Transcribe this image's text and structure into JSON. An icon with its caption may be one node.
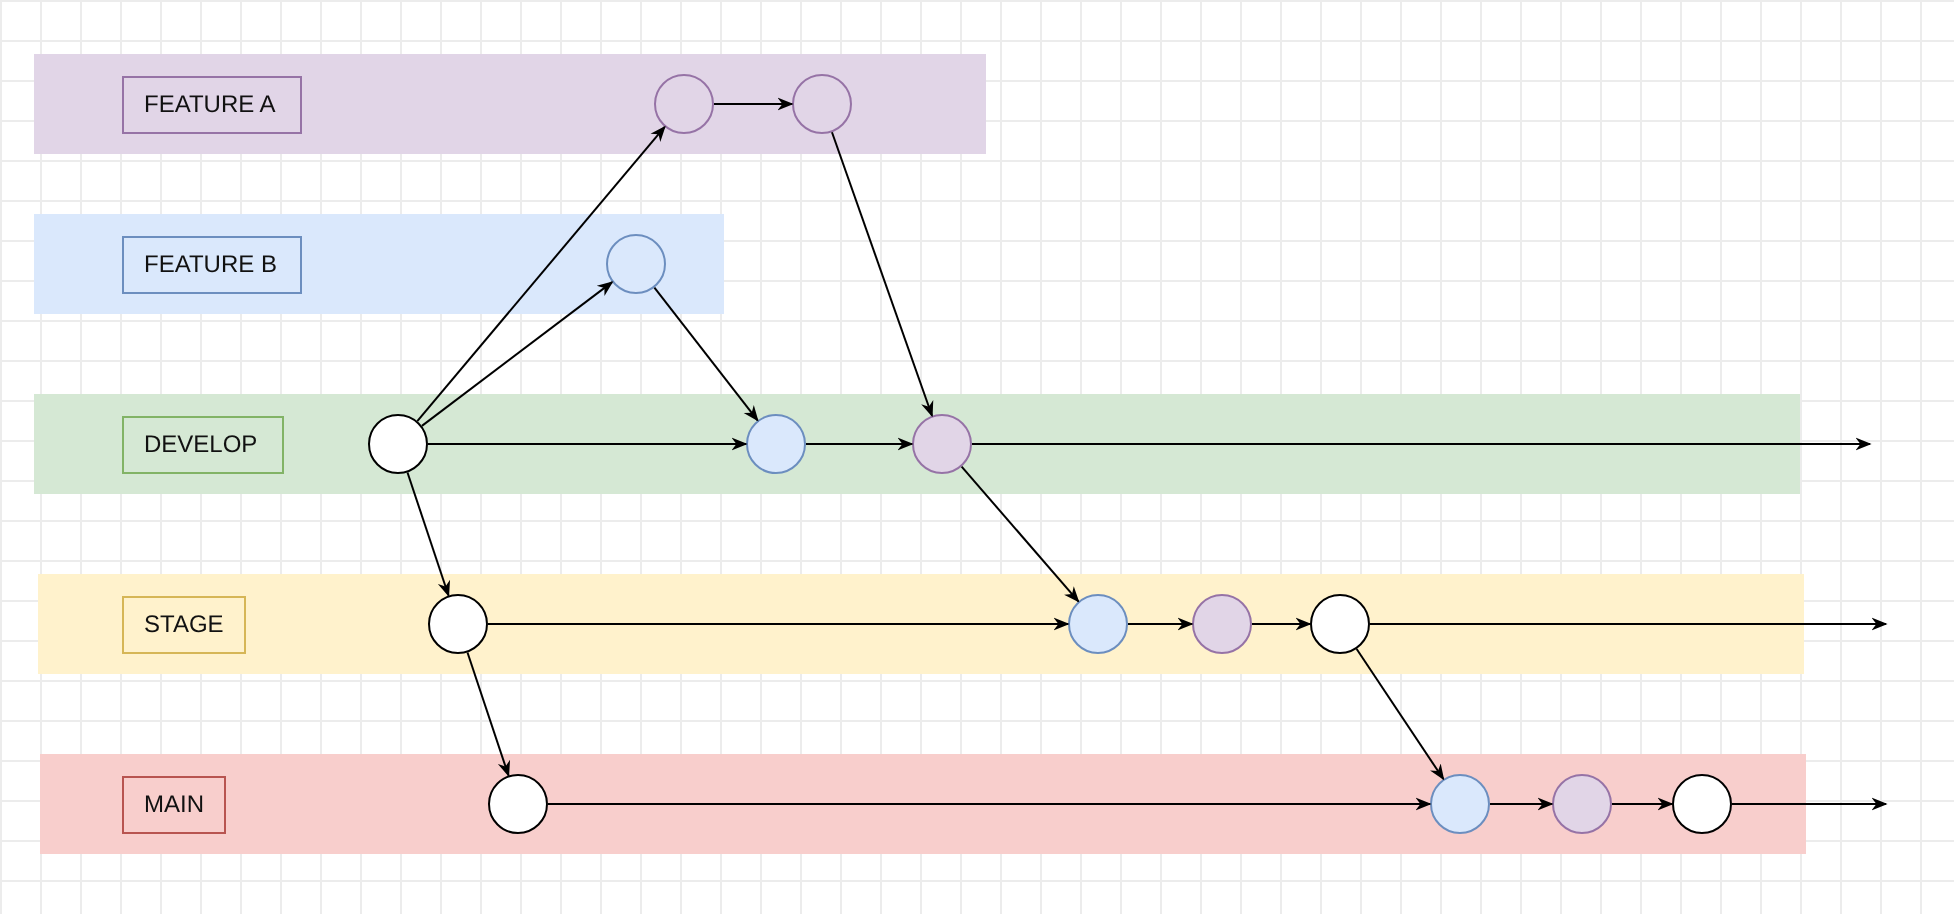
{
  "diagram": {
    "nodes": [
      {
        "text": [
          "FEATURE A"
        ]
      },
      {
        "text": [],
        "shape": "circle",
        "in": 0
      },
      {
        "text": [],
        "shape": "circle",
        "in": 0
      },
      {
        "text": [
          "FEATURE B"
        ]
      },
      {
        "text": [],
        "shape": "circle",
        "in": 3
      },
      {
        "text": [
          "DEVELOP"
        ]
      },
      {
        "text": [],
        "shape": "circle",
        "in": 5
      },
      {
        "text": [],
        "shape": "circle",
        "in": 5
      },
      {
        "text": [],
        "shape": "circle",
        "in": 5
      },
      {
        "text": [
          "STAGE"
        ]
      },
      {
        "text": [],
        "shape": "circle",
        "in": 9
      },
      {
        "text": [],
        "shape": "circle",
        "in": 9
      },
      {
        "text": [],
        "shape": "circle",
        "in": 9
      },
      {
        "text": [],
        "shape": "circle",
        "in": 9
      },
      {
        "text": [
          "MAIN"
        ]
      },
      {
        "text": [],
        "shape": "circle",
        "in": 14
      },
      {
        "text": [],
        "shape": "circle",
        "in": 14
      },
      {
        "text": [],
        "shape": "circle",
        "in": 14
      },
      {
        "text": [],
        "shape": "circle",
        "in": 14
      }
    ],
    "edges": [
      {
        "from": 6,
        "to": 1,
        "arrow": "to"
      },
      {
        "from": 1,
        "to": 2,
        "arrow": "to"
      },
      {
        "from": 2,
        "to": 8,
        "arrow": "to"
      },
      {
        "from": 6,
        "to": 4,
        "arrow": "to"
      },
      {
        "from": 4,
        "to": 7,
        "arrow": "to"
      },
      {
        "from": 6,
        "to": 7,
        "arrow": "to"
      },
      {
        "from": 7,
        "to": 8,
        "arrow": "to"
      },
      {
        "from": 8,
        "to": null,
        "arrow": "to"
      },
      {
        "from": 6,
        "to": 10,
        "arrow": "to"
      },
      {
        "from": 8,
        "to": 11,
        "arrow": "to"
      },
      {
        "from": 10,
        "to": 11,
        "arrow": "to"
      },
      {
        "from": 11,
        "to": 12,
        "arrow": "to"
      },
      {
        "from": 12,
        "to": 13,
        "arrow": "to"
      },
      {
        "from": 13,
        "to": null,
        "arrow": "to"
      },
      {
        "from": 10,
        "to": 15,
        "arrow": "to"
      },
      {
        "from": 13,
        "to": 16,
        "arrow": "to"
      },
      {
        "from": 15,
        "to": 16,
        "arrow": "to"
      },
      {
        "from": 16,
        "to": 17,
        "arrow": "to"
      },
      {
        "from": 17,
        "to": 18,
        "arrow": "to"
      },
      {
        "from": 18,
        "to": null,
        "arrow": "to"
      }
    ]
  }
}
